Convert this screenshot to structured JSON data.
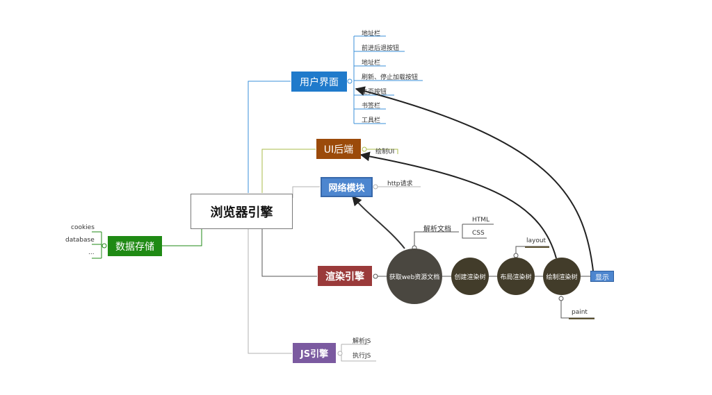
{
  "root": {
    "label": "浏览器引擎"
  },
  "ui": {
    "label": "用户界面",
    "items": [
      "地址栏",
      "前进后退按钮",
      "地址栏",
      "刷新、停止加载按钮",
      "主页按钮",
      "书签栏",
      "工具栏"
    ]
  },
  "ui_backend": {
    "label": "UI后端",
    "items": [
      "绘制UI"
    ]
  },
  "network": {
    "label": "网络模块",
    "items": [
      "http请求"
    ]
  },
  "render": {
    "label": "渲染引擎",
    "steps": [
      "获取web资源文档",
      "创建渲染树",
      "布局渲染树",
      "绘制渲染树"
    ],
    "parse_label": "解析文档",
    "parse_items": [
      "HTML",
      "CSS"
    ],
    "layout_label": "layout",
    "paint_label": "paint",
    "display_label": "显示"
  },
  "js": {
    "label": "JS引擎",
    "items": [
      "解析JS",
      "执行JS"
    ]
  },
  "storage": {
    "label": "数据存储",
    "items": [
      "cookies",
      "database",
      "..."
    ]
  },
  "colors": {
    "ui": "#1f7acb",
    "ui_backend": "#9b4a0a",
    "network": "#4d86cf",
    "render": "#9a3a3a",
    "js": "#7b5aa0",
    "storage": "#1f8a14",
    "circle_big": "#4a4740",
    "circle": "#423c2a",
    "display": "#4d86cf"
  }
}
